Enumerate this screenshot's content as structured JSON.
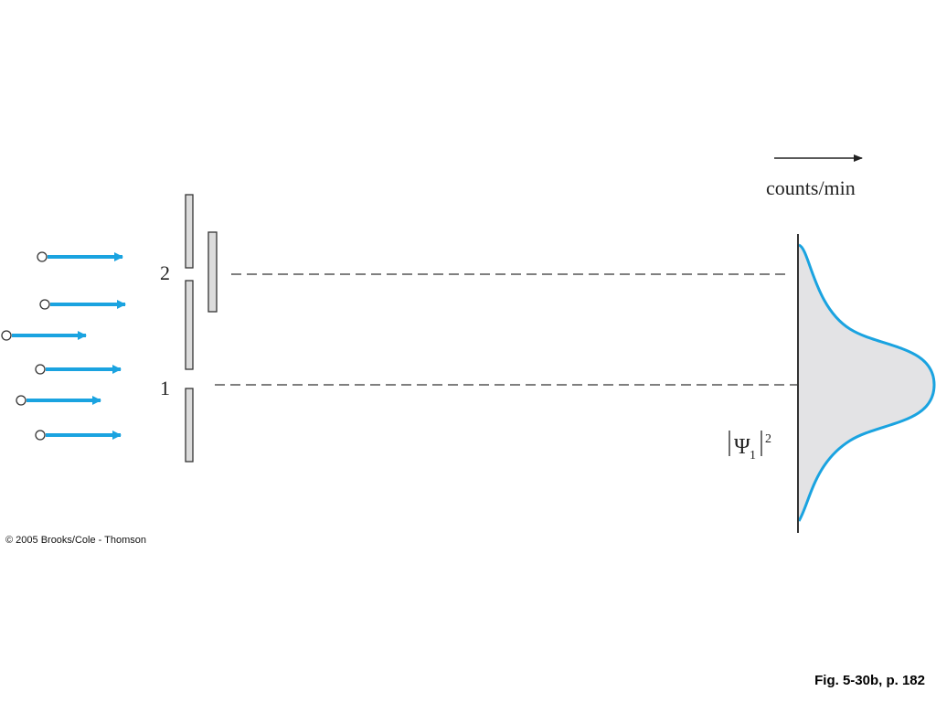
{
  "figure": {
    "slit_upper_label": "2",
    "slit_lower_label": "1",
    "axis_label": "counts/min",
    "psi_symbol": "Ψ",
    "psi_subscript": "1",
    "psi_exponent": "2",
    "particle_count": 6,
    "particle_state": "slit 2 closed, slit 1 open"
  },
  "colors": {
    "particle_arrow": "#1aa3e0",
    "distribution_curve": "#1aa3e0",
    "distribution_fill": "#e3e3e5",
    "barrier_fill": "#dcdcdc",
    "dashed_line": "#555555"
  },
  "copyright": "© 2005 Brooks/Cole - Thomson",
  "caption": "Fig. 5-30b, p. 182"
}
